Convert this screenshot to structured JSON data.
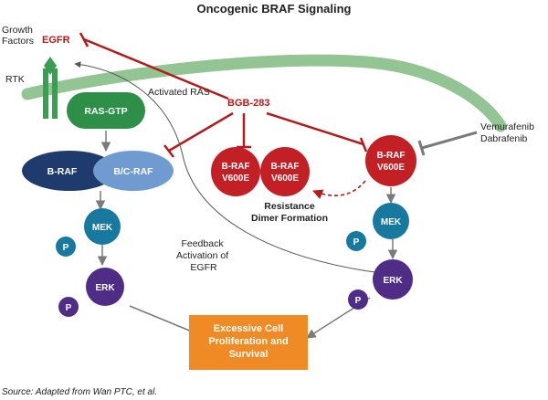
{
  "title": "Oncogenic BRAF Signaling",
  "labels": {
    "growth_factors": [
      "Growth",
      "Factors"
    ],
    "egfr": "EGFR",
    "rtk": "RTK",
    "activated_ras": "Activated RAS",
    "bgb": "BGB-283",
    "vemurafenib": "Vemurafenib",
    "dabrafenib": "Dabrafenib",
    "resistance": "Resistance",
    "dimer_formation": "Dimer Formation",
    "feedback": [
      "Feedback",
      "Activation of",
      "EGFR"
    ]
  },
  "nodes": {
    "ras_gtp": "RAS-GTP",
    "braf": "B-RAF",
    "bc_raf": "B/C-RAF",
    "dimer_left": [
      "B-RAF",
      "V600E"
    ],
    "dimer_right": [
      "B-RAF",
      "V600E"
    ],
    "braf_v600e": [
      "B-RAF",
      "V600E"
    ],
    "mek_left": "MEK",
    "erk_left": "ERK",
    "mek_right": "MEK",
    "erk_right": "ERK",
    "p": "P"
  },
  "outcome": [
    "Excessive Cell",
    "Proliferation and",
    "Survival"
  ],
  "source": "Source: Adapted from Wan PTC, et al.",
  "colors": {
    "membrane": "#92c593",
    "receptor": "#3a9e50",
    "ras_gtp": "#2e8f48",
    "braf": "#1f3b6e",
    "bc_raf": "#6f9bd0",
    "red_node": "#c32026",
    "mek": "#17799e",
    "erk": "#4f2c86",
    "p_node": "#4f2c86",
    "outcome": "#f08a24",
    "inhibit": "#b31b1b",
    "gray": "#7a7a7a"
  }
}
